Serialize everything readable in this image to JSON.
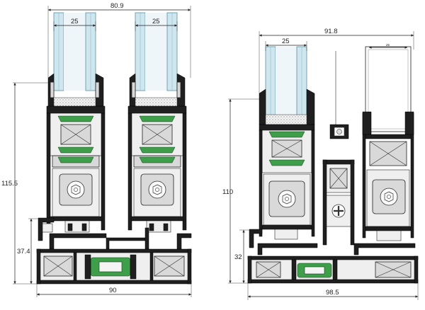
{
  "left_section": {
    "top_width": "80.9",
    "glass_left_width": "25",
    "glass_right_width": "25",
    "total_height": "115.5",
    "base_height": "37.4",
    "bottom_width": "90"
  },
  "right_section": {
    "top_width": "91.8",
    "glass_width": "25",
    "glass_small_width": "25",
    "total_height": "110",
    "base_height": "32",
    "bottom_width": "98.5"
  },
  "colors": {
    "frame": "#1f1f1f",
    "glass": "#cfe6ee",
    "gasket": "#3e9e4a"
  }
}
